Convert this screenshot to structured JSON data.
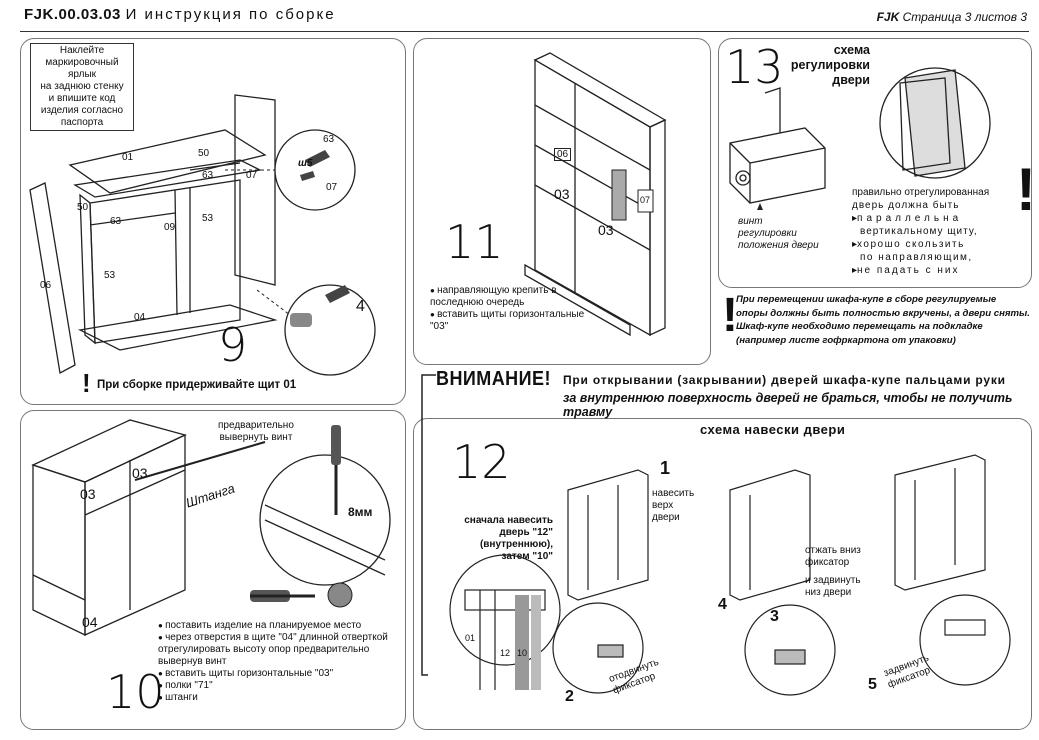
{
  "header": {
    "code": "FJK.00.03.03",
    "title": "И инструкция по сборке",
    "brand": "FJK",
    "page": "Страница 3 листов 3"
  },
  "step9": {
    "number": "9",
    "note_lines": [
      "Наклейте",
      "маркировочный",
      "ярлык",
      "на заднюю стенку",
      "и впишите код",
      "изделия согласно",
      "паспорта"
    ],
    "parts": [
      "01",
      "50",
      "63",
      "53",
      "07",
      "50",
      "63",
      "09",
      "53",
      "04",
      "06",
      "63",
      "07"
    ],
    "screw": "ш5",
    "small_number": "4",
    "warning": "При сборке придерживайте щит 01"
  },
  "step10": {
    "number": "10",
    "pre_note_lines": [
      "предварительно",
      "вывернуть винт"
    ],
    "size": "8мм",
    "rod": "Штанга",
    "parts": [
      "03",
      "03",
      "04"
    ],
    "bullets": [
      "поставить изделие на планируемое место",
      "через отверстия в щите \"04\" длинной отверткой отрегулировать высоту опор предварительно вывернув винт",
      "вставить щиты горизонтальные \"03\"",
      "полки \"71\"",
      "штанги"
    ]
  },
  "step11": {
    "number": "11",
    "parts": [
      "06",
      "03",
      "03",
      "07"
    ],
    "bullets": [
      "направляющую крепить в последнюю очередь",
      "вставить щиты горизонтальные \"03\""
    ]
  },
  "step13": {
    "number": "13",
    "title_lines": [
      "схема",
      "регулировки",
      "двери"
    ],
    "screw_lines": [
      "винт",
      "регулировки",
      "положения двери"
    ],
    "door_intro_lines": [
      "правильно отрегулированная",
      "дверь должна быть"
    ],
    "door_points": [
      "параллельна",
      "вертикальному щиту,",
      "хорошо скользить",
      "по направляющим,",
      "не падать с них"
    ]
  },
  "warning_block": {
    "lines": [
      "При перемещении шкафа-купе в сборе регулируемые",
      "опоры должны быть полностью вкручены, а двери сняты.",
      "Шкаф-купе необходимо перемещать на подкладке",
      "(например листе гофркартона от упаковки)"
    ]
  },
  "attention": {
    "label": "ВНИМАНИЕ!",
    "line1": "При открывании (закрывании) дверей шкафа-купе пальцами руки",
    "line2": "за внутреннюю поверхность дверей не браться, чтобы не получить травму"
  },
  "step12": {
    "number": "12",
    "scheme_title": "схема навески двери",
    "first_note_lines": [
      "сначала навесить",
      "дверь \"12\"(внутреннюю),",
      "затем \"10\""
    ],
    "labels": [
      "01",
      "12",
      "10"
    ],
    "sub1_number": "1",
    "sub1_lines": [
      "навесить",
      "верх",
      "двери"
    ],
    "sub2_number": "2",
    "sub2_lines": [
      "отодвинуть",
      "фиксатор"
    ],
    "sub3_number": "3",
    "sub4_number": "4",
    "sub4_lines": [
      "отжать вниз",
      "фиксатор",
      "и задвинуть",
      "низ двери"
    ],
    "sub5_number": "5",
    "sub5_lines": [
      "задвинуть",
      "фиксатор"
    ]
  }
}
